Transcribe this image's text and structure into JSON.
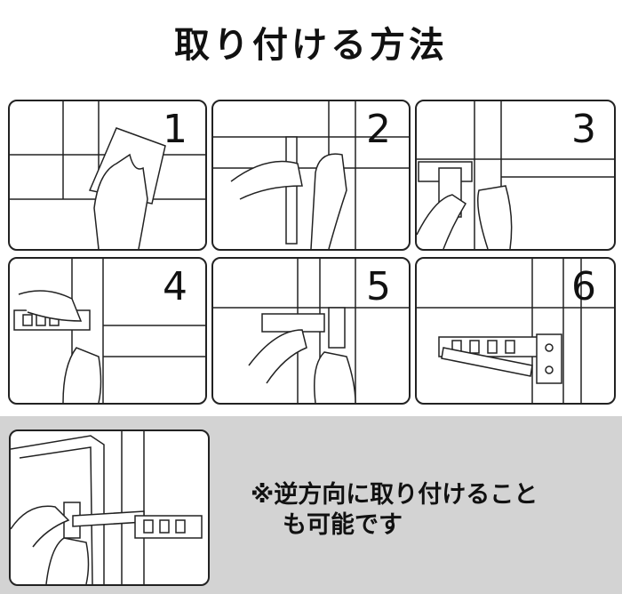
{
  "title": "取り付ける方法",
  "steps": [
    {
      "number": "1"
    },
    {
      "number": "2"
    },
    {
      "number": "3"
    },
    {
      "number": "4"
    },
    {
      "number": "5"
    },
    {
      "number": "6"
    }
  ],
  "note": {
    "line1": "※逆方向に取り付けること",
    "line2": "も可能です"
  }
}
